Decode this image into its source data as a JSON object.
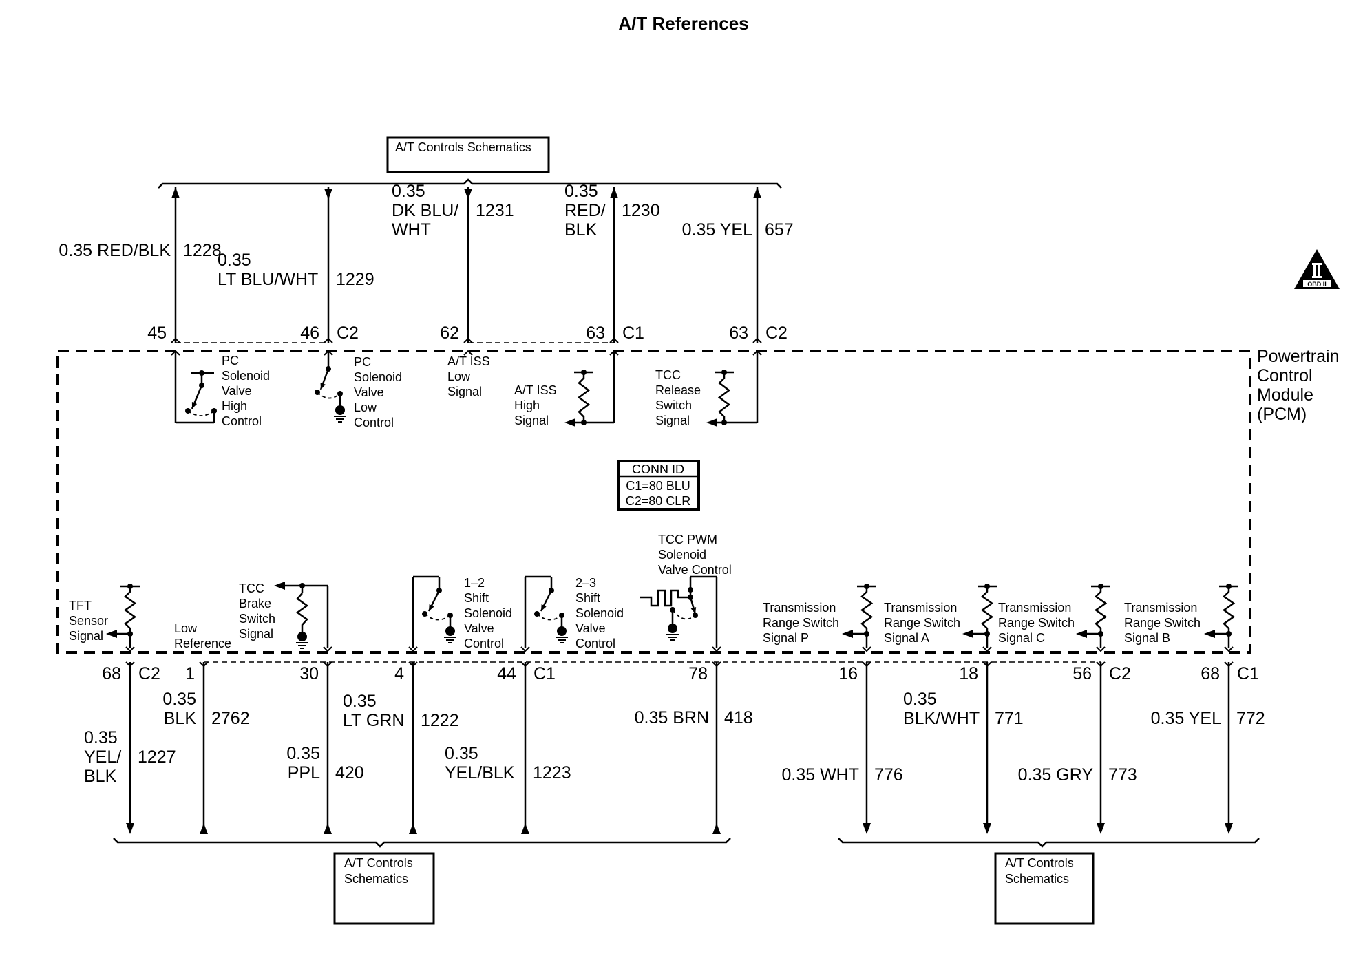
{
  "title": "A/T References",
  "reference_boxes": {
    "top": "A/T Controls Schematics",
    "bottom_left": [
      "A/T Controls",
      "Schematics"
    ],
    "bottom_right": [
      "A/T Controls",
      "Schematics"
    ]
  },
  "module": {
    "name_lines": [
      "Powertrain",
      "Control",
      "Module",
      "(PCM)"
    ],
    "conn_id": {
      "header": "CONN ID",
      "c1": "C1=80 BLU",
      "c2": "C2=80 CLR"
    }
  },
  "obd_badge": {
    "icon": "obd-ii-icon",
    "numeral": "II",
    "label": "OBD II"
  },
  "top_wires": [
    {
      "gauge_color": [
        "0.35 RED/BLK"
      ],
      "circuit": "1228",
      "pin": "45",
      "connector": "",
      "direction": "up",
      "function": [
        "PC",
        "Solenoid",
        "Valve",
        "High",
        "Control"
      ]
    },
    {
      "gauge_color": [
        "0.35",
        "LT BLU/WHT"
      ],
      "circuit": "1229",
      "pin": "46",
      "connector": "C2",
      "direction": "down",
      "function": [
        "PC",
        "Solenoid",
        "Valve",
        "Low",
        "Control"
      ]
    },
    {
      "gauge_color": [
        "0.35",
        "DK BLU/",
        "WHT"
      ],
      "circuit": "1231",
      "pin": "62",
      "connector": "",
      "direction": "down",
      "function": [
        "A/T ISS",
        "Low",
        "Signal"
      ]
    },
    {
      "gauge_color": [
        "0.35",
        "RED/",
        "BLK"
      ],
      "circuit": "1230",
      "pin": "63",
      "connector": "C1",
      "direction": "up",
      "function": [
        "A/T ISS",
        "High",
        "Signal"
      ]
    },
    {
      "gauge_color": [
        "0.35 YEL"
      ],
      "circuit": "657",
      "pin": "63",
      "connector": "C2",
      "direction": "up",
      "function": [
        "TCC",
        "Release",
        "Switch",
        "Signal"
      ]
    }
  ],
  "bottom_wires": [
    {
      "gauge_color": [
        "0.35",
        "YEL/",
        "BLK"
      ],
      "circuit": "1227",
      "pin": "68",
      "connector": "C2",
      "direction": "down",
      "function": [
        "TFT",
        "Sensor",
        "Signal"
      ]
    },
    {
      "gauge_color": [
        "0.35",
        "BLK"
      ],
      "circuit": "2762",
      "pin": "1",
      "connector": "",
      "direction": "up",
      "function": [
        "Low",
        "Reference"
      ]
    },
    {
      "gauge_color": [
        "0.35",
        "PPL"
      ],
      "circuit": "420",
      "pin": "30",
      "connector": "",
      "direction": "up",
      "function": [
        "TCC",
        "Brake",
        "Switch",
        "Signal"
      ]
    },
    {
      "gauge_color": [
        "0.35",
        "LT GRN"
      ],
      "circuit": "1222",
      "pin": "4",
      "connector": "",
      "direction": "up",
      "function": [
        "1–2",
        "Shift",
        "Solenoid",
        "Valve",
        "Control"
      ]
    },
    {
      "gauge_color": [
        "0.35",
        "YEL/BLK"
      ],
      "circuit": "1223",
      "pin": "44",
      "connector": "C1",
      "direction": "up",
      "function": [
        "2–3",
        "Shift",
        "Solenoid",
        "Valve",
        "Control"
      ]
    },
    {
      "gauge_color": [
        "0.35 BRN"
      ],
      "circuit": "418",
      "pin": "78",
      "connector": "",
      "direction": "up",
      "function": [
        "TCC PWM",
        "Solenoid",
        "Valve Control"
      ]
    },
    {
      "gauge_color": [
        "0.35 WHT"
      ],
      "circuit": "776",
      "pin": "16",
      "connector": "",
      "direction": "down",
      "function": [
        "Transmission",
        "Range Switch",
        "Signal P"
      ]
    },
    {
      "gauge_color": [
        "0.35",
        "BLK/WHT"
      ],
      "circuit": "771",
      "pin": "18",
      "connector": "",
      "direction": "down",
      "function": [
        "Transmission",
        "Range Switch",
        "Signal A"
      ]
    },
    {
      "gauge_color": [
        "0.35 GRY"
      ],
      "circuit": "773",
      "pin": "56",
      "connector": "C2",
      "direction": "down",
      "function": [
        "Transmission",
        "Range Switch",
        "Signal C"
      ]
    },
    {
      "gauge_color": [
        "0.35 YEL"
      ],
      "circuit": "772",
      "pin": "68",
      "connector": "C1",
      "direction": "down",
      "function": [
        "Transmission",
        "Range Switch",
        "Signal B"
      ]
    }
  ]
}
